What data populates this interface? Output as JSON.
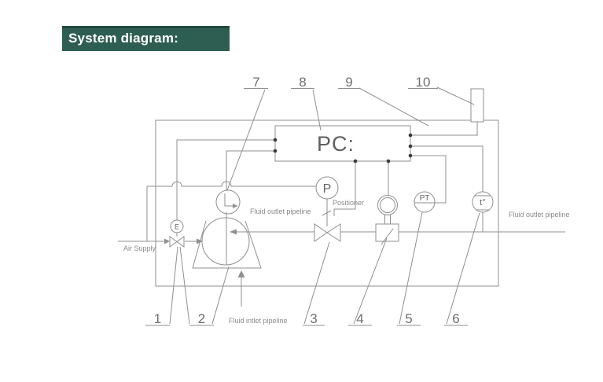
{
  "header": {
    "title": "System diagram:",
    "bg_color": "#2e5e51",
    "text_color": "#ffffff"
  },
  "diagram": {
    "line_color": "#8f8f8f",
    "text_color": "#8a8a8a",
    "controller": {
      "label": "PC:"
    },
    "instruments": {
      "pressure_gauge": "P",
      "filter_indicator": "E",
      "pressure_transmitter": "PT",
      "temperature_sensor": "t°"
    },
    "labels": {
      "air_supply": "Air Supply",
      "fluid_outlet_left": "Fluid outlet pipeline",
      "fluid_outlet_right": "Fluid outlet pipeline",
      "fluid_inlet": "Fluid  intlet  pipeline",
      "positioner": "Positioner"
    },
    "callouts": [
      {
        "number": "1"
      },
      {
        "number": "2"
      },
      {
        "number": "3"
      },
      {
        "number": "4"
      },
      {
        "number": "5"
      },
      {
        "number": "6"
      },
      {
        "number": "7"
      },
      {
        "number": "8"
      },
      {
        "number": "9"
      },
      {
        "number": "10"
      }
    ]
  }
}
